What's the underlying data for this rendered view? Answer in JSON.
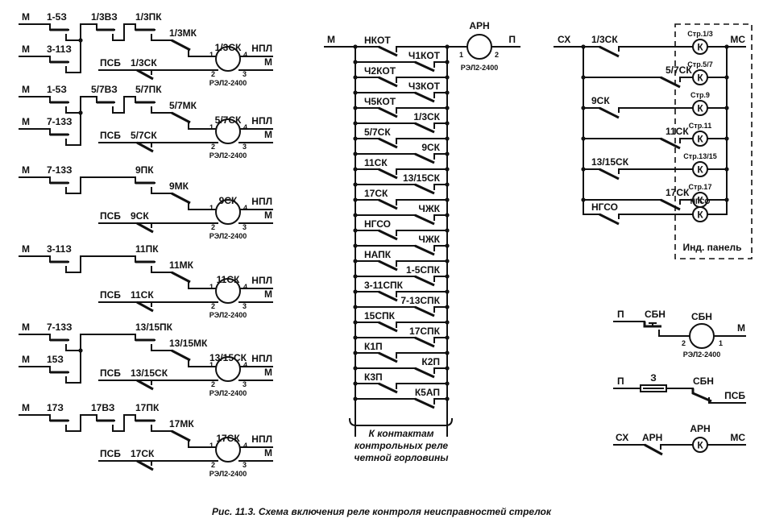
{
  "caption": "Рис. 11.3. Схема включения реле контроля неисправностей стрелок",
  "relay_type": "РЭЛ2-2400",
  "pins": [
    "1",
    "2",
    "3",
    "4"
  ],
  "left_circuits": [
    {
      "coil": "1/3СК",
      "in1": "М",
      "c1": "1-5З",
      "in2": "М",
      "c2": "3-11З",
      "vz": "1/3ВЗ",
      "pk": "1/3ПК",
      "mk": "1/3МК",
      "out_top": "НПЛ",
      "out_bot": "М",
      "psb": "ПСБ",
      "sk": "1/3СК"
    },
    {
      "coil": "5/7СК",
      "in1": "М",
      "c1": "1-5З",
      "in2": "М",
      "c2": "7-13З",
      "vz": "5/7ВЗ",
      "pk": "5/7ПК",
      "mk": "5/7МК",
      "out_top": "НПЛ",
      "out_bot": "М",
      "psb": "ПСБ",
      "sk": "5/7СК"
    },
    {
      "coil": "9СК",
      "in1": "М",
      "c1": "7-13З",
      "pk": "9ПК",
      "mk": "9МК",
      "out_top": "НПЛ",
      "out_bot": "М",
      "psb": "ПСБ",
      "sk": "9СК"
    },
    {
      "coil": "11СК",
      "in1": "М",
      "c1": "3-11З",
      "pk": "11ПК",
      "mk": "11МК",
      "out_top": "НПЛ",
      "out_bot": "М",
      "psb": "ПСБ",
      "sk": "11СК"
    },
    {
      "coil": "13/15СК",
      "in1": "М",
      "c1": "7-13З",
      "in2": "М",
      "c2": "15З",
      "pk": "13/15ПК",
      "mk": "13/15МК",
      "out_top": "НПЛ",
      "out_bot": "М",
      "psb": "ПСБ",
      "sk": "13/15СК"
    },
    {
      "coil": "17СК",
      "in1": "М",
      "c1": "17З",
      "vz": "17ВЗ",
      "pk": "17ПК",
      "mk": "17МК",
      "out_top": "НПЛ",
      "out_bot": "М",
      "psb": "ПСБ",
      "sk": "17СК"
    }
  ],
  "arn_circuit": {
    "left_label": "М",
    "right_label": "П",
    "coil": "АРН",
    "pin_left": "1",
    "pin_right": "2",
    "contacts_left": [
      "НКОТ",
      "Ч2КОТ",
      "Ч5КОТ",
      "5/7СК",
      "11СК",
      "17СК",
      "НГСО",
      "НАПК",
      "3-11СПК",
      "15СПК",
      "К1П",
      "К3П"
    ],
    "contacts_right": [
      "Ч1КОТ",
      "Ч3КОТ",
      "1/3СК",
      "9СК",
      "13/15СК",
      "ЧЖК",
      "ЧЖК",
      "1-5СПК",
      "7-13СПК",
      "17СПК",
      "К2П",
      "К5АП"
    ],
    "note_lines": [
      "К контактам",
      "контрольных реле",
      "четной горловины"
    ]
  },
  "indicator_circuit": {
    "left_label": "СХ",
    "right_label": "МС",
    "lamp_symbol": "К",
    "panel_label": "Инд. панель",
    "rows": [
      {
        "contact": "1/3СК",
        "lamp": "Стр.1/3"
      },
      {
        "contact": "5/7СК",
        "lamp": "Стр.5/7"
      },
      {
        "contact": "9СК",
        "lamp": "Стр.9"
      },
      {
        "contact": "11СК",
        "lamp": "Стр.11"
      },
      {
        "contact": "13/15СК",
        "lamp": "Стр.13/15"
      },
      {
        "contact": "17СК",
        "lamp": "Стр.17"
      },
      {
        "contact": "НГСО",
        "lamp": "НГСО"
      }
    ]
  },
  "sbn_circuit": {
    "left": "П",
    "contact": "СБН",
    "coil": "СБН",
    "right": "М",
    "pin_left": "2",
    "pin_right": "1"
  },
  "fuse_circuit": {
    "left": "П",
    "fuse": "З",
    "contact": "СБН",
    "right": "ПСБ"
  },
  "arn_lamp_circuit": {
    "left": "СХ",
    "contact": "АРН",
    "lamp_label": "АРН",
    "lamp_symbol": "К",
    "right": "МС"
  }
}
